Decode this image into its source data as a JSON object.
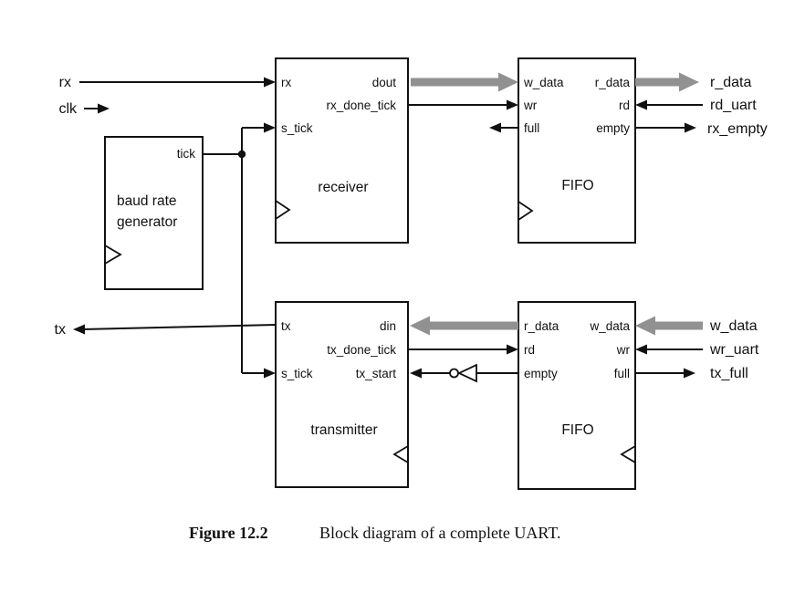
{
  "figure": {
    "caption_label": "Figure 12.2",
    "caption_text": "Block diagram of a complete UART."
  },
  "colors": {
    "line": "#111111",
    "bus": "#919191",
    "background": "#ffffff"
  },
  "external": {
    "rx": "rx",
    "clk": "clk",
    "tx": "tx",
    "r_data": "r_data",
    "rd_uart": "rd_uart",
    "rx_empty": "rx_empty",
    "w_data": "w_data",
    "wr_uart": "wr_uart",
    "tx_full": "tx_full"
  },
  "blocks": {
    "baud_rate_generator": {
      "label_line1": "baud rate",
      "label_line2": "generator",
      "ports": {
        "tick": "tick"
      }
    },
    "receiver": {
      "label": "receiver",
      "ports": {
        "rx": "rx",
        "s_tick": "s_tick",
        "dout": "dout",
        "rx_done_tick": "rx_done_tick"
      }
    },
    "fifo_rx": {
      "label": "FIFO",
      "ports": {
        "w_data": "w_data",
        "wr": "wr",
        "full": "full",
        "r_data": "r_data",
        "rd": "rd",
        "empty": "empty"
      }
    },
    "transmitter": {
      "label": "transmitter",
      "ports": {
        "tx": "tx",
        "s_tick": "s_tick",
        "din": "din",
        "tx_done_tick": "tx_done_tick",
        "tx_start": "tx_start"
      }
    },
    "fifo_tx": {
      "label": "FIFO",
      "ports": {
        "r_data": "r_data",
        "rd": "rd",
        "empty": "empty",
        "w_data": "w_data",
        "wr": "wr",
        "full": "full"
      }
    }
  }
}
